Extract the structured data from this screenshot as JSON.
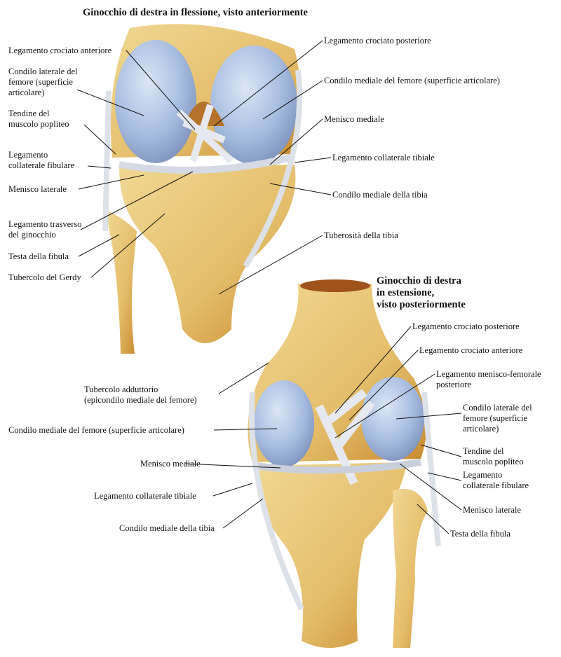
{
  "top_figure": {
    "title": "Ginocchio di destra in flessione, visto anteriormente",
    "labels_left": [
      [
        "Legamento crociato anteriore"
      ],
      [
        "Condilo laterale del",
        "femore (superficie",
        "articolare)"
      ],
      [
        "Tendine del",
        "muscolo popliteo"
      ],
      [
        "Legamento",
        "collaterale fibulare"
      ],
      [
        "Menisco laterale"
      ],
      [
        "Legamento trasverso",
        "del ginocchio"
      ],
      [
        "Testa della fibula"
      ],
      [
        "Tubercolo del Gerdy"
      ]
    ],
    "labels_right": [
      [
        "Legamento crociato posteriore"
      ],
      [
        "Condilo mediale del femore (superficie articolare)"
      ],
      [
        "Menisco mediale"
      ],
      [
        "Legamento collaterale tibiale"
      ],
      [
        "Condilo mediale della tibia"
      ],
      [
        "Tuberosità della tibia"
      ]
    ]
  },
  "bottom_figure": {
    "title": [
      "Ginocchio di destra",
      "in estensione,",
      "visto posteriormente"
    ],
    "labels_right": [
      [
        "Legamento crociato posteriore"
      ],
      [
        "Legamento crociato anteriore"
      ],
      [
        "Legamento menisco-femorale",
        "posteriore"
      ],
      [
        "Condilo laterale del",
        "femore (superficie",
        "articolare)"
      ],
      [
        "Tendine del",
        "muscolo popliteo"
      ],
      [
        "Legamento",
        "collaterale fibulare"
      ],
      [
        "Menisco laterale"
      ],
      [
        "Testa della fibula"
      ]
    ],
    "labels_left": [
      [
        "Tubercolo adduttorio",
        "(epicondilo mediale del femore)"
      ],
      [
        "Condilo mediale del femore (superficie articolare)"
      ],
      [
        "Menisco mediale"
      ],
      [
        "Legamento collaterale tibiale"
      ],
      [
        "Condilo mediale della tibia"
      ]
    ]
  },
  "colors": {
    "bone": "#e8c77a",
    "bone_dark": "#c98a2e",
    "cartilage": "#a9bfe0",
    "ligament": "#dfe3ea"
  }
}
